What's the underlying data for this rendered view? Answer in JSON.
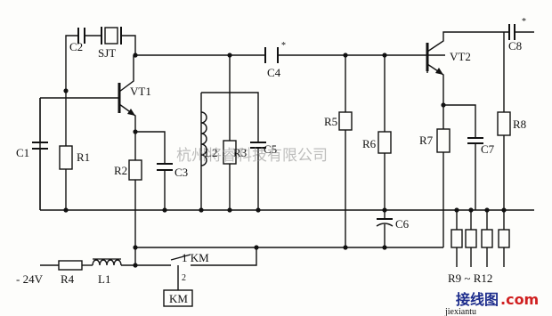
{
  "labels": {
    "c1": "C1",
    "c2": "C2",
    "sjt": "SJT",
    "r1": "R1",
    "vt1": "VT1",
    "r2": "R2",
    "c3": "C3",
    "l2": "L2",
    "r3": "R3",
    "c5": "C5",
    "c4": "C4",
    "star": "*",
    "r5": "R5",
    "r6": "R6",
    "c6": "C6",
    "vt2": "VT2",
    "c8": "C8",
    "r7": "R7",
    "c7": "C7",
    "r8": "R8",
    "supply": "- 24V",
    "r4": "R4",
    "l1": "L1",
    "km_contact": "1 KM",
    "km_pin": "2",
    "km_coil": "KM",
    "r9_12": "R9 ~ R12"
  },
  "watermark": "杭州将睿科技有限公司",
  "logo": {
    "cn": "接线图",
    "domain": "jiexiantu",
    "com": ".com",
    "colors": {
      "cn": "#1d2d8c",
      "com": "#d02020"
    }
  }
}
